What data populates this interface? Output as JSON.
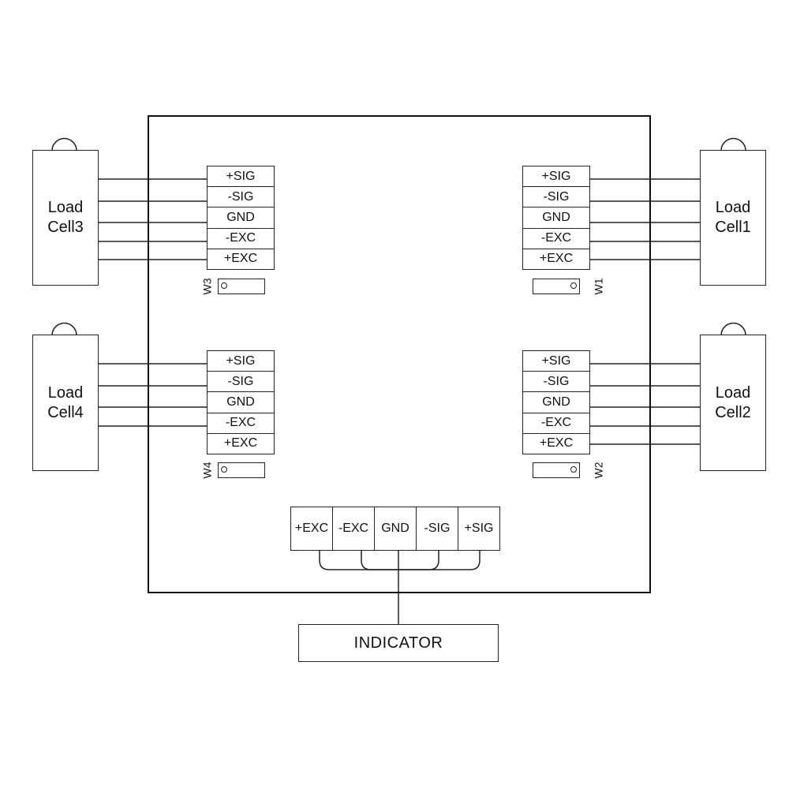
{
  "load_cells": [
    {
      "line1": "Load",
      "line2": "Cell3"
    },
    {
      "line1": "Load",
      "line2": "Cell1"
    },
    {
      "line1": "Load",
      "line2": "Cell4"
    },
    {
      "line1": "Load",
      "line2": "Cell2"
    }
  ],
  "terminals": [
    "+SIG",
    "-SIG",
    "GND",
    "-EXC",
    "+EXC"
  ],
  "trimmers": [
    "W3",
    "W1",
    "W4",
    "W2"
  ],
  "output_terminals": [
    "+EXC",
    "-EXC",
    "GND",
    "-SIG",
    "+SIG"
  ],
  "indicator": "INDICATOR"
}
